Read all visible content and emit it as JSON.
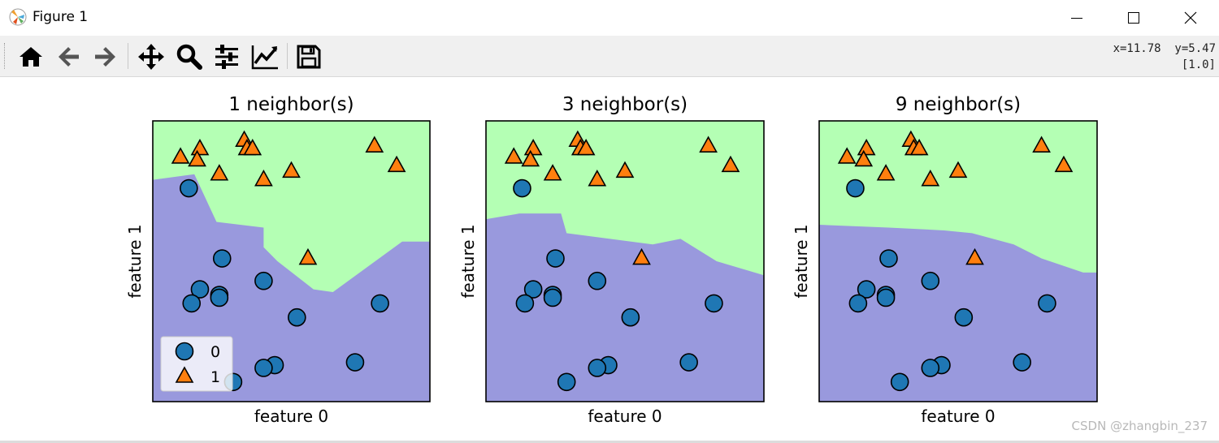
{
  "window": {
    "title": "Figure 1",
    "controls": [
      "minimize-icon",
      "maximize-icon",
      "close-icon"
    ]
  },
  "toolbar": {
    "tools": [
      {
        "name": "home",
        "icon": "home-icon"
      },
      {
        "name": "back",
        "icon": "back-arrow-icon"
      },
      {
        "name": "forward",
        "icon": "forward-arrow-icon"
      },
      {
        "name": "pan",
        "icon": "move-icon"
      },
      {
        "name": "zoom",
        "icon": "zoom-icon"
      },
      {
        "name": "subplots",
        "icon": "sliders-icon"
      },
      {
        "name": "customize",
        "icon": "line-chart-icon"
      },
      {
        "name": "save",
        "icon": "save-icon"
      }
    ],
    "coords_line1": "x=11.78  y=5.47",
    "coords_line2": "[1.0]"
  },
  "colors": {
    "class0_region": "#9999dd",
    "class1_region": "#b4ffb4",
    "class0_marker": "#1f77b4",
    "class1_marker": "#ff7f0e"
  },
  "chart_data": [
    {
      "type": "scatter",
      "title": "1 neighbor(s)",
      "xlabel": "feature 0",
      "ylabel": "feature 1",
      "ticks": "hidden",
      "legend": {
        "placement": "lower-left",
        "entries": [
          "0",
          "1"
        ]
      },
      "decision_boundary": [
        [
          0,
          0.79
        ],
        [
          0.15,
          0.81
        ],
        [
          0.23,
          0.64
        ],
        [
          0.4,
          0.62
        ],
        [
          0.4,
          0.55
        ],
        [
          0.45,
          0.5
        ],
        [
          0.58,
          0.4
        ],
        [
          0.65,
          0.39
        ],
        [
          0.9,
          0.57
        ],
        [
          1,
          0.57
        ]
      ],
      "series": [
        {
          "name": "0",
          "marker": "circle",
          "points": [
            [
              0.13,
              0.76
            ],
            [
              0.25,
              0.51
            ],
            [
              0.17,
              0.4
            ],
            [
              0.24,
              0.38
            ],
            [
              0.24,
              0.37
            ],
            [
              0.14,
              0.35
            ],
            [
              0.4,
              0.43
            ],
            [
              0.52,
              0.3
            ],
            [
              0.82,
              0.35
            ],
            [
              0.73,
              0.14
            ],
            [
              0.44,
              0.13
            ],
            [
              0.4,
              0.12
            ],
            [
              0.29,
              0.07
            ]
          ]
        },
        {
          "name": "1",
          "marker": "triangle",
          "points": [
            [
              0.33,
              0.93
            ],
            [
              0.34,
              0.9
            ],
            [
              0.36,
              0.9
            ],
            [
              0.17,
              0.9
            ],
            [
              0.1,
              0.87
            ],
            [
              0.16,
              0.86
            ],
            [
              0.24,
              0.81
            ],
            [
              0.8,
              0.91
            ],
            [
              0.88,
              0.84
            ],
            [
              0.5,
              0.82
            ],
            [
              0.4,
              0.79
            ],
            [
              0.56,
              0.51
            ]
          ]
        }
      ]
    },
    {
      "type": "scatter",
      "title": "3 neighbor(s)",
      "xlabel": "feature 0",
      "ylabel": "feature 1",
      "ticks": "hidden",
      "decision_boundary": [
        [
          0,
          0.65
        ],
        [
          0.12,
          0.67
        ],
        [
          0.27,
          0.67
        ],
        [
          0.29,
          0.6
        ],
        [
          0.6,
          0.56
        ],
        [
          0.7,
          0.58
        ],
        [
          0.83,
          0.5
        ],
        [
          1,
          0.45
        ]
      ],
      "series": [
        {
          "name": "0",
          "marker": "circle",
          "points": [
            [
              0.13,
              0.76
            ],
            [
              0.25,
              0.51
            ],
            [
              0.17,
              0.4
            ],
            [
              0.24,
              0.38
            ],
            [
              0.24,
              0.37
            ],
            [
              0.14,
              0.35
            ],
            [
              0.4,
              0.43
            ],
            [
              0.52,
              0.3
            ],
            [
              0.82,
              0.35
            ],
            [
              0.73,
              0.14
            ],
            [
              0.44,
              0.13
            ],
            [
              0.4,
              0.12
            ],
            [
              0.29,
              0.07
            ]
          ]
        },
        {
          "name": "1",
          "marker": "triangle",
          "points": [
            [
              0.33,
              0.93
            ],
            [
              0.34,
              0.9
            ],
            [
              0.36,
              0.9
            ],
            [
              0.17,
              0.9
            ],
            [
              0.1,
              0.87
            ],
            [
              0.16,
              0.86
            ],
            [
              0.24,
              0.81
            ],
            [
              0.8,
              0.91
            ],
            [
              0.88,
              0.84
            ],
            [
              0.5,
              0.82
            ],
            [
              0.4,
              0.79
            ],
            [
              0.56,
              0.51
            ]
          ]
        }
      ]
    },
    {
      "type": "scatter",
      "title": "9 neighbor(s)",
      "xlabel": "feature 0",
      "ylabel": "feature 1",
      "ticks": "hidden",
      "decision_boundary": [
        [
          0,
          0.63
        ],
        [
          0.25,
          0.62
        ],
        [
          0.45,
          0.61
        ],
        [
          0.55,
          0.6
        ],
        [
          0.7,
          0.56
        ],
        [
          0.8,
          0.51
        ],
        [
          0.95,
          0.46
        ],
        [
          1,
          0.46
        ]
      ],
      "series": [
        {
          "name": "0",
          "marker": "circle",
          "points": [
            [
              0.13,
              0.76
            ],
            [
              0.25,
              0.51
            ],
            [
              0.17,
              0.4
            ],
            [
              0.24,
              0.38
            ],
            [
              0.24,
              0.37
            ],
            [
              0.14,
              0.35
            ],
            [
              0.4,
              0.43
            ],
            [
              0.52,
              0.3
            ],
            [
              0.82,
              0.35
            ],
            [
              0.73,
              0.14
            ],
            [
              0.44,
              0.13
            ],
            [
              0.4,
              0.12
            ],
            [
              0.29,
              0.07
            ]
          ]
        },
        {
          "name": "1",
          "marker": "triangle",
          "points": [
            [
              0.33,
              0.93
            ],
            [
              0.34,
              0.9
            ],
            [
              0.36,
              0.9
            ],
            [
              0.17,
              0.9
            ],
            [
              0.1,
              0.87
            ],
            [
              0.16,
              0.86
            ],
            [
              0.24,
              0.81
            ],
            [
              0.8,
              0.91
            ],
            [
              0.88,
              0.84
            ],
            [
              0.5,
              0.82
            ],
            [
              0.4,
              0.79
            ],
            [
              0.56,
              0.51
            ]
          ]
        }
      ]
    }
  ],
  "watermark": "CSDN @zhangbin_237"
}
